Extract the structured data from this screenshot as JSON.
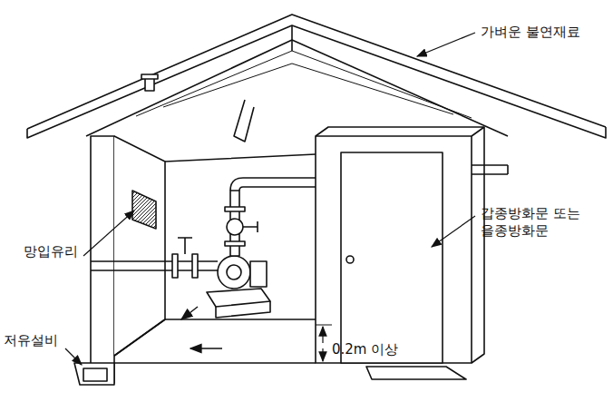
{
  "diagram": {
    "labels": [
      "가벼운 불연재료",
      "망입유리",
      "갑종방화문 또는 을종방화문",
      "저유설비",
      "0.2m 이상"
    ]
  }
}
